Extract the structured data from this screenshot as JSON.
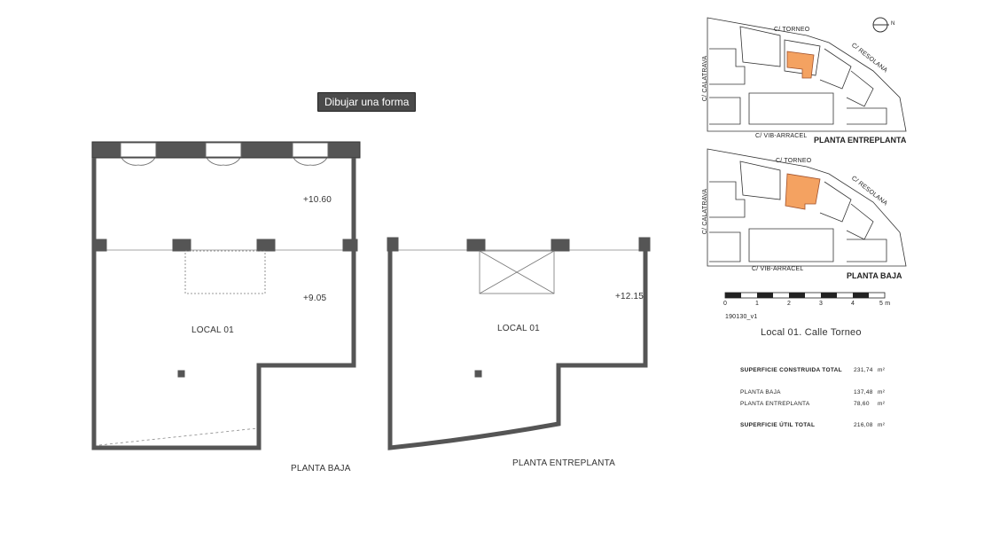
{
  "tooltip": {
    "label": "Dibujar una forma"
  },
  "plans": {
    "baja": {
      "caption": "PLANTA BAJA",
      "room": "LOCAL 01",
      "level_upper": "+10.60",
      "level_lower": "+9.05"
    },
    "entreplanta": {
      "caption": "PLANTA ENTREPLANTA",
      "room": "LOCAL 01",
      "level": "+12.15"
    }
  },
  "site_maps": {
    "top": {
      "caption": "PLANTA ENTREPLANTA",
      "streets": [
        "C/ TORNEO",
        "C/ RESOLANA",
        "C/ CALATRAVA",
        "C/ VIB-ARRACEL"
      ]
    },
    "bottom": {
      "caption": "PLANTA BAJA",
      "streets": [
        "C/ TORNEO",
        "C/ RESOLANA",
        "C/ CALATRAVA",
        "C/ VIB-ARRACEL"
      ]
    },
    "north_label": "N",
    "highlight_color": "#f4a261"
  },
  "scale": {
    "ticks": [
      "0",
      "1",
      "2",
      "3",
      "4",
      "5 m"
    ],
    "code": "190130_v1"
  },
  "summary": {
    "title": "Local 01. Calle Torneo",
    "rows": [
      {
        "label": "SUPERFICIE CONSTRUIDA TOTAL",
        "value": "231,74",
        "unit": "m²"
      },
      {
        "label": "PLANTA BAJA",
        "value": "137,48",
        "unit": "m²"
      },
      {
        "label": "PLANTA ENTREPLANTA",
        "value": "78,60",
        "unit": "m²"
      },
      {
        "label": "SUPERFICIE ÚTIL TOTAL",
        "value": "216,08",
        "unit": "m²"
      }
    ]
  }
}
